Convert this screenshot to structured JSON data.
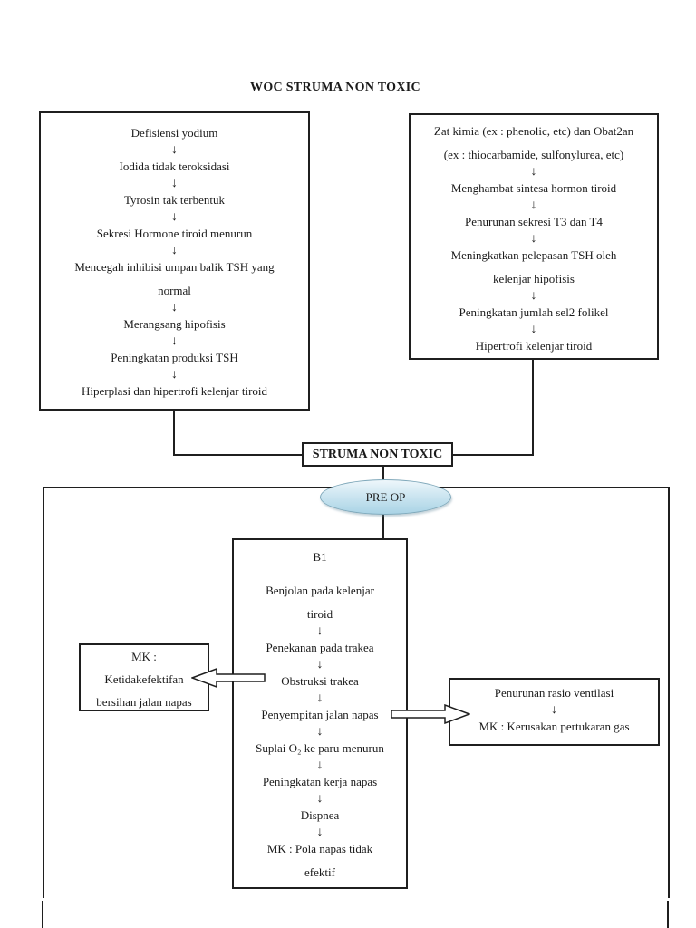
{
  "title": "WOC STRUMA NON TOXIC",
  "icons": {
    "down_arrow": "↓"
  },
  "left_pathway": {
    "steps": [
      "Defisiensi yodium",
      "Iodida tidak teroksidasi",
      "Tyrosin tak terbentuk",
      "Sekresi Hormone tiroid menurun",
      "Mencegah inhibisi umpan balik TSH yang\nnormal",
      "Merangsang hipofisis",
      "Peningkatan produksi TSH",
      "Hiperplasi dan hipertrofi kelenjar tiroid"
    ]
  },
  "right_pathway": {
    "steps": [
      "Zat kimia (ex : phenolic, etc) dan Obat2an\n(ex : thiocarbamide, sulfonylurea, etc)",
      "Menghambat sintesa hormon tiroid",
      "Penurunan sekresi T3 dan T4",
      "Meningkatkan pelepasan TSH oleh\nkelenjar hipofisis",
      "Peningkatan jumlah sel2 folikel",
      "Hipertrofi kelenjar tiroid"
    ]
  },
  "central_node": {
    "label": "STRUMA NON TOXIC"
  },
  "phase_node": {
    "label": "PRE OP"
  },
  "b1_pathway": {
    "title": "B1",
    "steps": [
      "Benjolan pada kelenjar\ntiroid",
      "Penekanan pada trakea",
      "Obstruksi trakea",
      "Penyempitan jalan napas",
      "Suplai O₂ ke paru menurun",
      "Peningkatan kerja napas",
      "Dispnea",
      "MK : Pola napas tidak\nefektif"
    ]
  },
  "mk_airway_box": {
    "text": "MK :\nKetidakefektifan\nbersihan jalan napas"
  },
  "gas_exchange_box": {
    "steps": [
      "Penurunan rasio ventilasi",
      "MK : Kerusakan pertukaran gas"
    ]
  },
  "colors": {
    "line": "#1f1f1f",
    "ellipse_fill_top": "#eef7fb",
    "ellipse_fill_bottom": "#a9d3e5",
    "ellipse_border": "#7fa8ba"
  }
}
